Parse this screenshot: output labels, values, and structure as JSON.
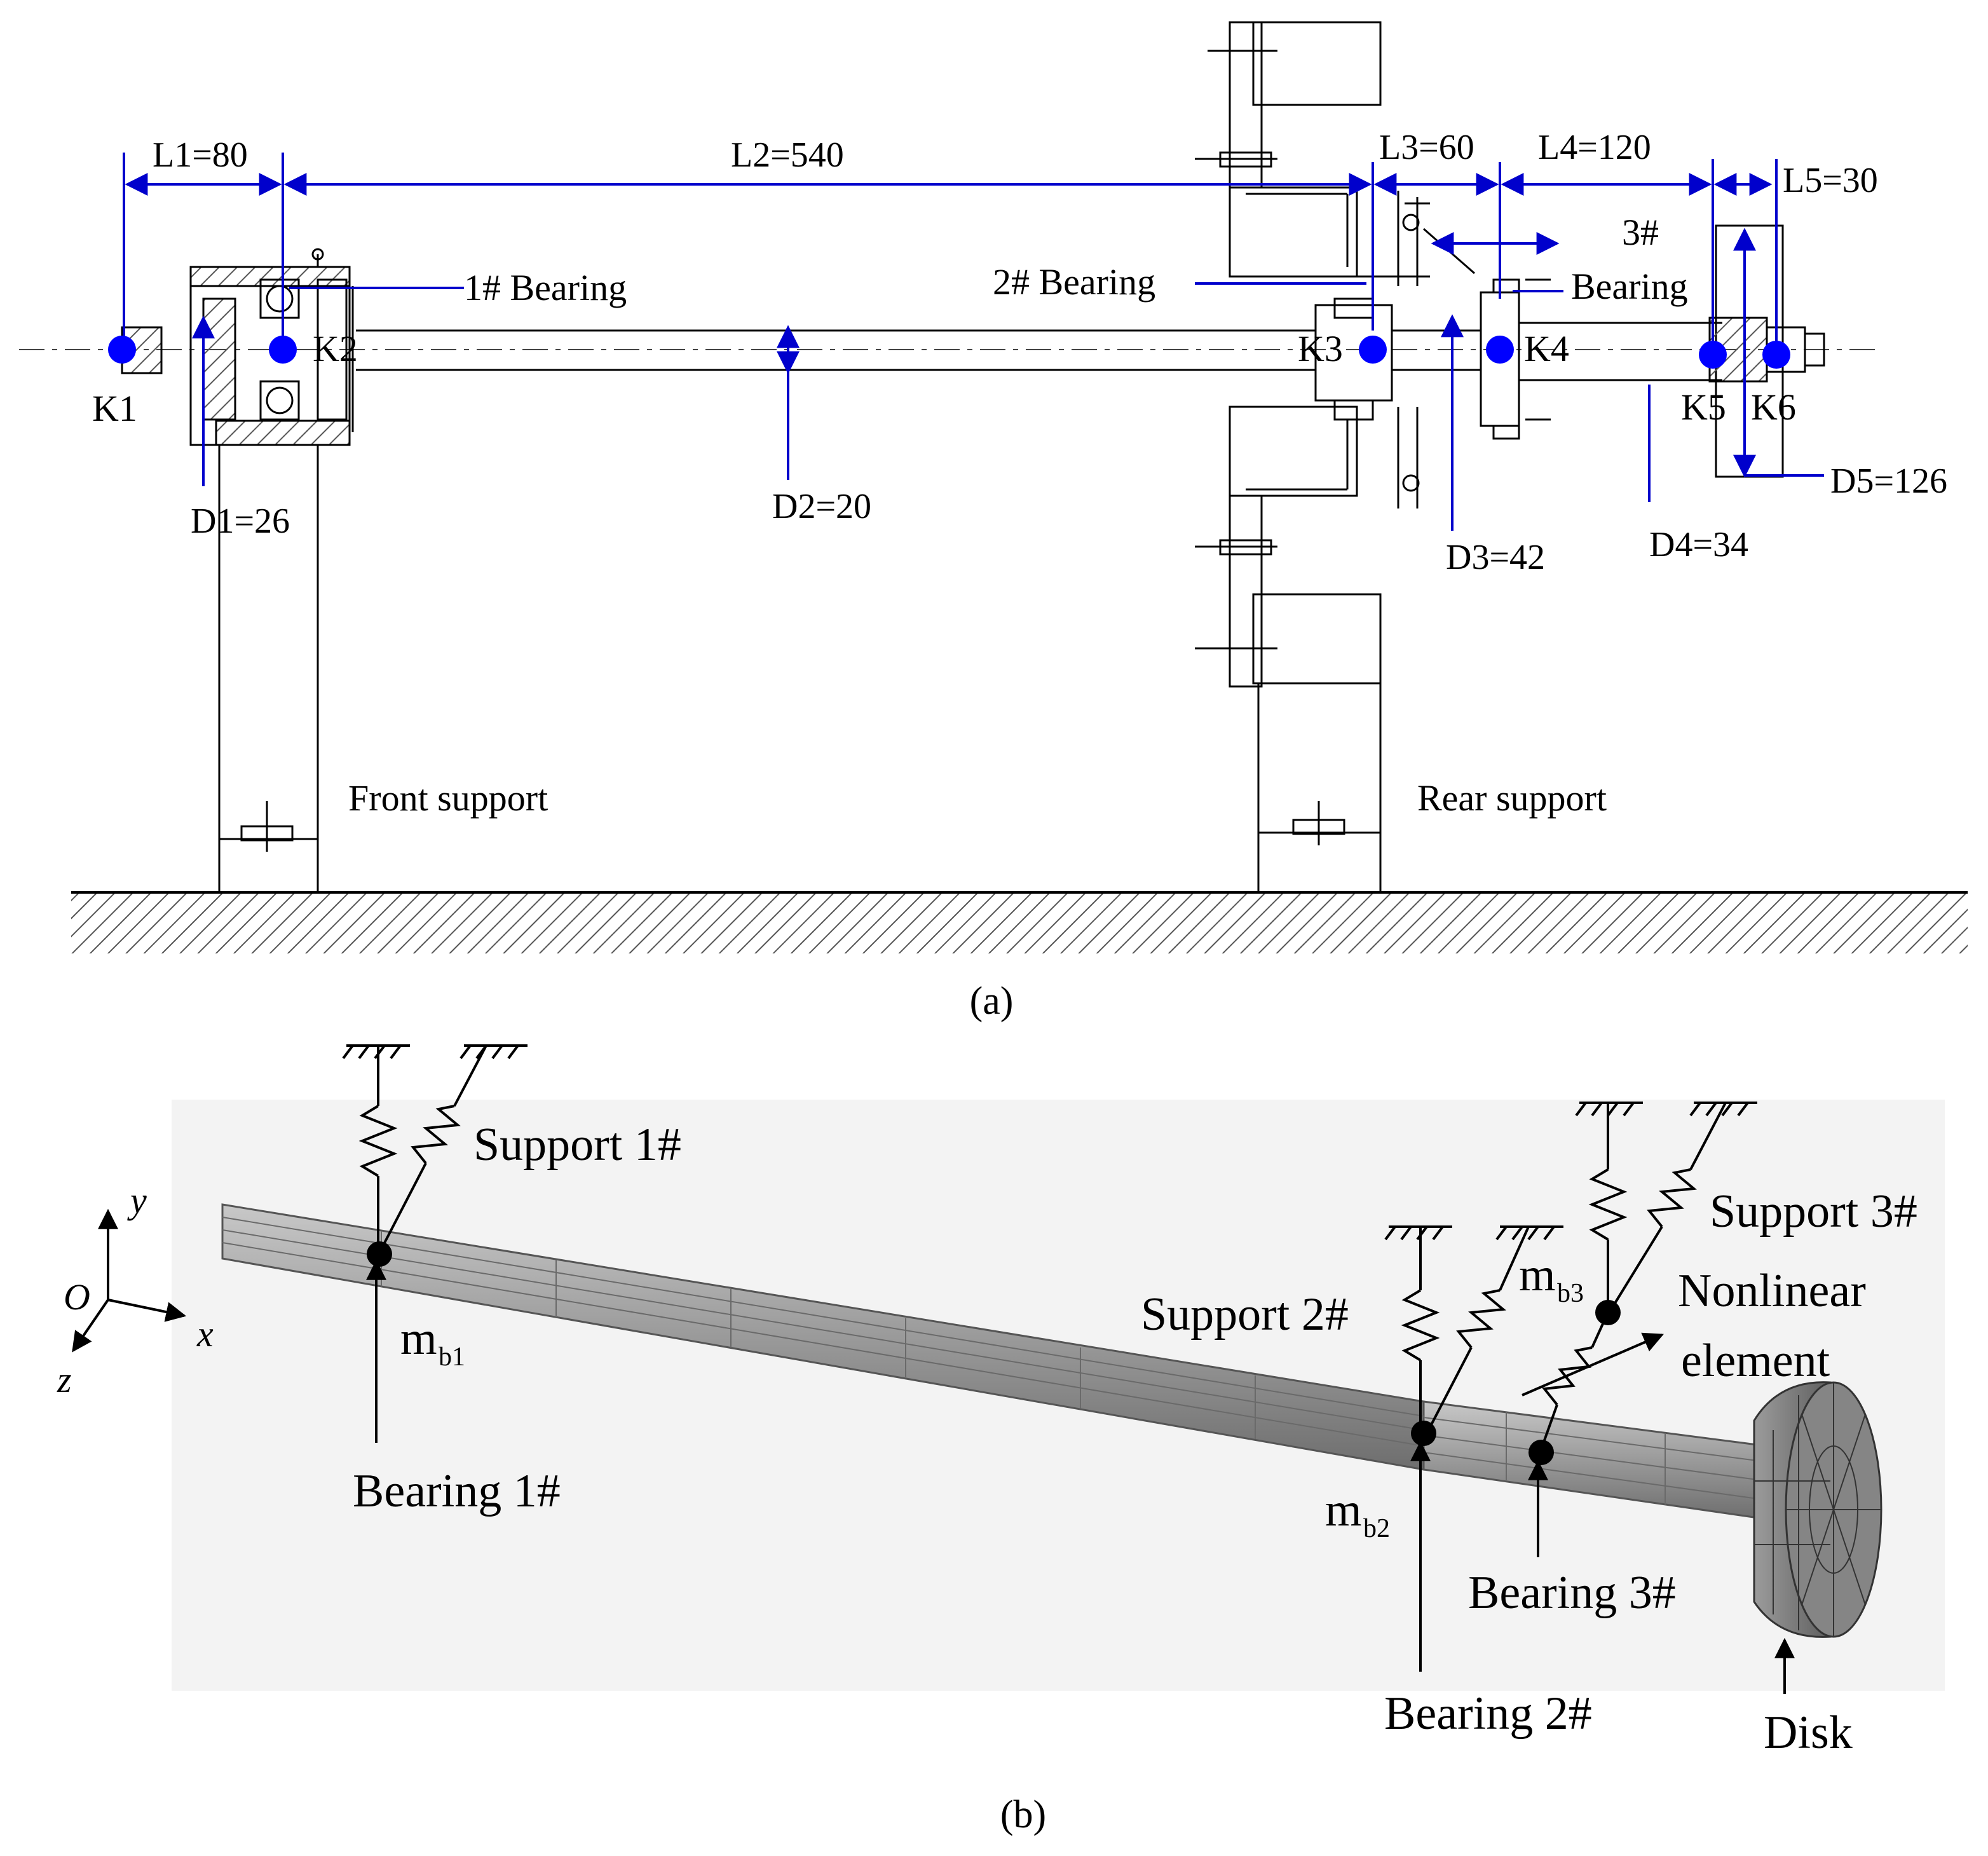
{
  "panel_a": {
    "caption": "(a)",
    "dimensions": {
      "L1": "L1=80",
      "L2": "L2=540",
      "L3": "L3=60",
      "L4": "L4=120",
      "L5": "L5=30",
      "D1": "D1=26",
      "D2": "D2=20",
      "D3": "D3=42",
      "D4": "D4=34",
      "D5": "D5=126"
    },
    "nodes": [
      "K1",
      "K2",
      "K3",
      "K4",
      "K5",
      "K6"
    ],
    "bearing_labels": {
      "b1": "1# Bearing",
      "b2": "2# Bearing",
      "b3_top": "3#",
      "b3_bottom": "Bearing"
    },
    "supports": {
      "front": "Front support",
      "rear": "Rear support"
    },
    "colors": {
      "annotation": "#0000cc",
      "node": "#0000ff",
      "drawing": "#000000",
      "hatch": "#444444"
    }
  },
  "panel_b": {
    "caption": "(b)",
    "axes": {
      "origin": "O",
      "x": "x",
      "y": "y",
      "z": "z"
    },
    "supports": [
      "Support 1#",
      "Support 2#",
      "Support 3#"
    ],
    "bearings": [
      "Bearing 1#",
      "Bearing 2#",
      "Bearing 3#"
    ],
    "masses": [
      {
        "base": "m",
        "sub": "b1"
      },
      {
        "base": "m",
        "sub": "b2"
      },
      {
        "base": "m",
        "sub": "b3"
      }
    ],
    "nonlinear": [
      "Nonlinear",
      "element"
    ],
    "disk": "Disk",
    "colors": {
      "shaft": "#8c8c8c",
      "shaft_light": "#b4b4b4",
      "disk": "#7a7a7a",
      "background": "#f2f2f2"
    }
  }
}
